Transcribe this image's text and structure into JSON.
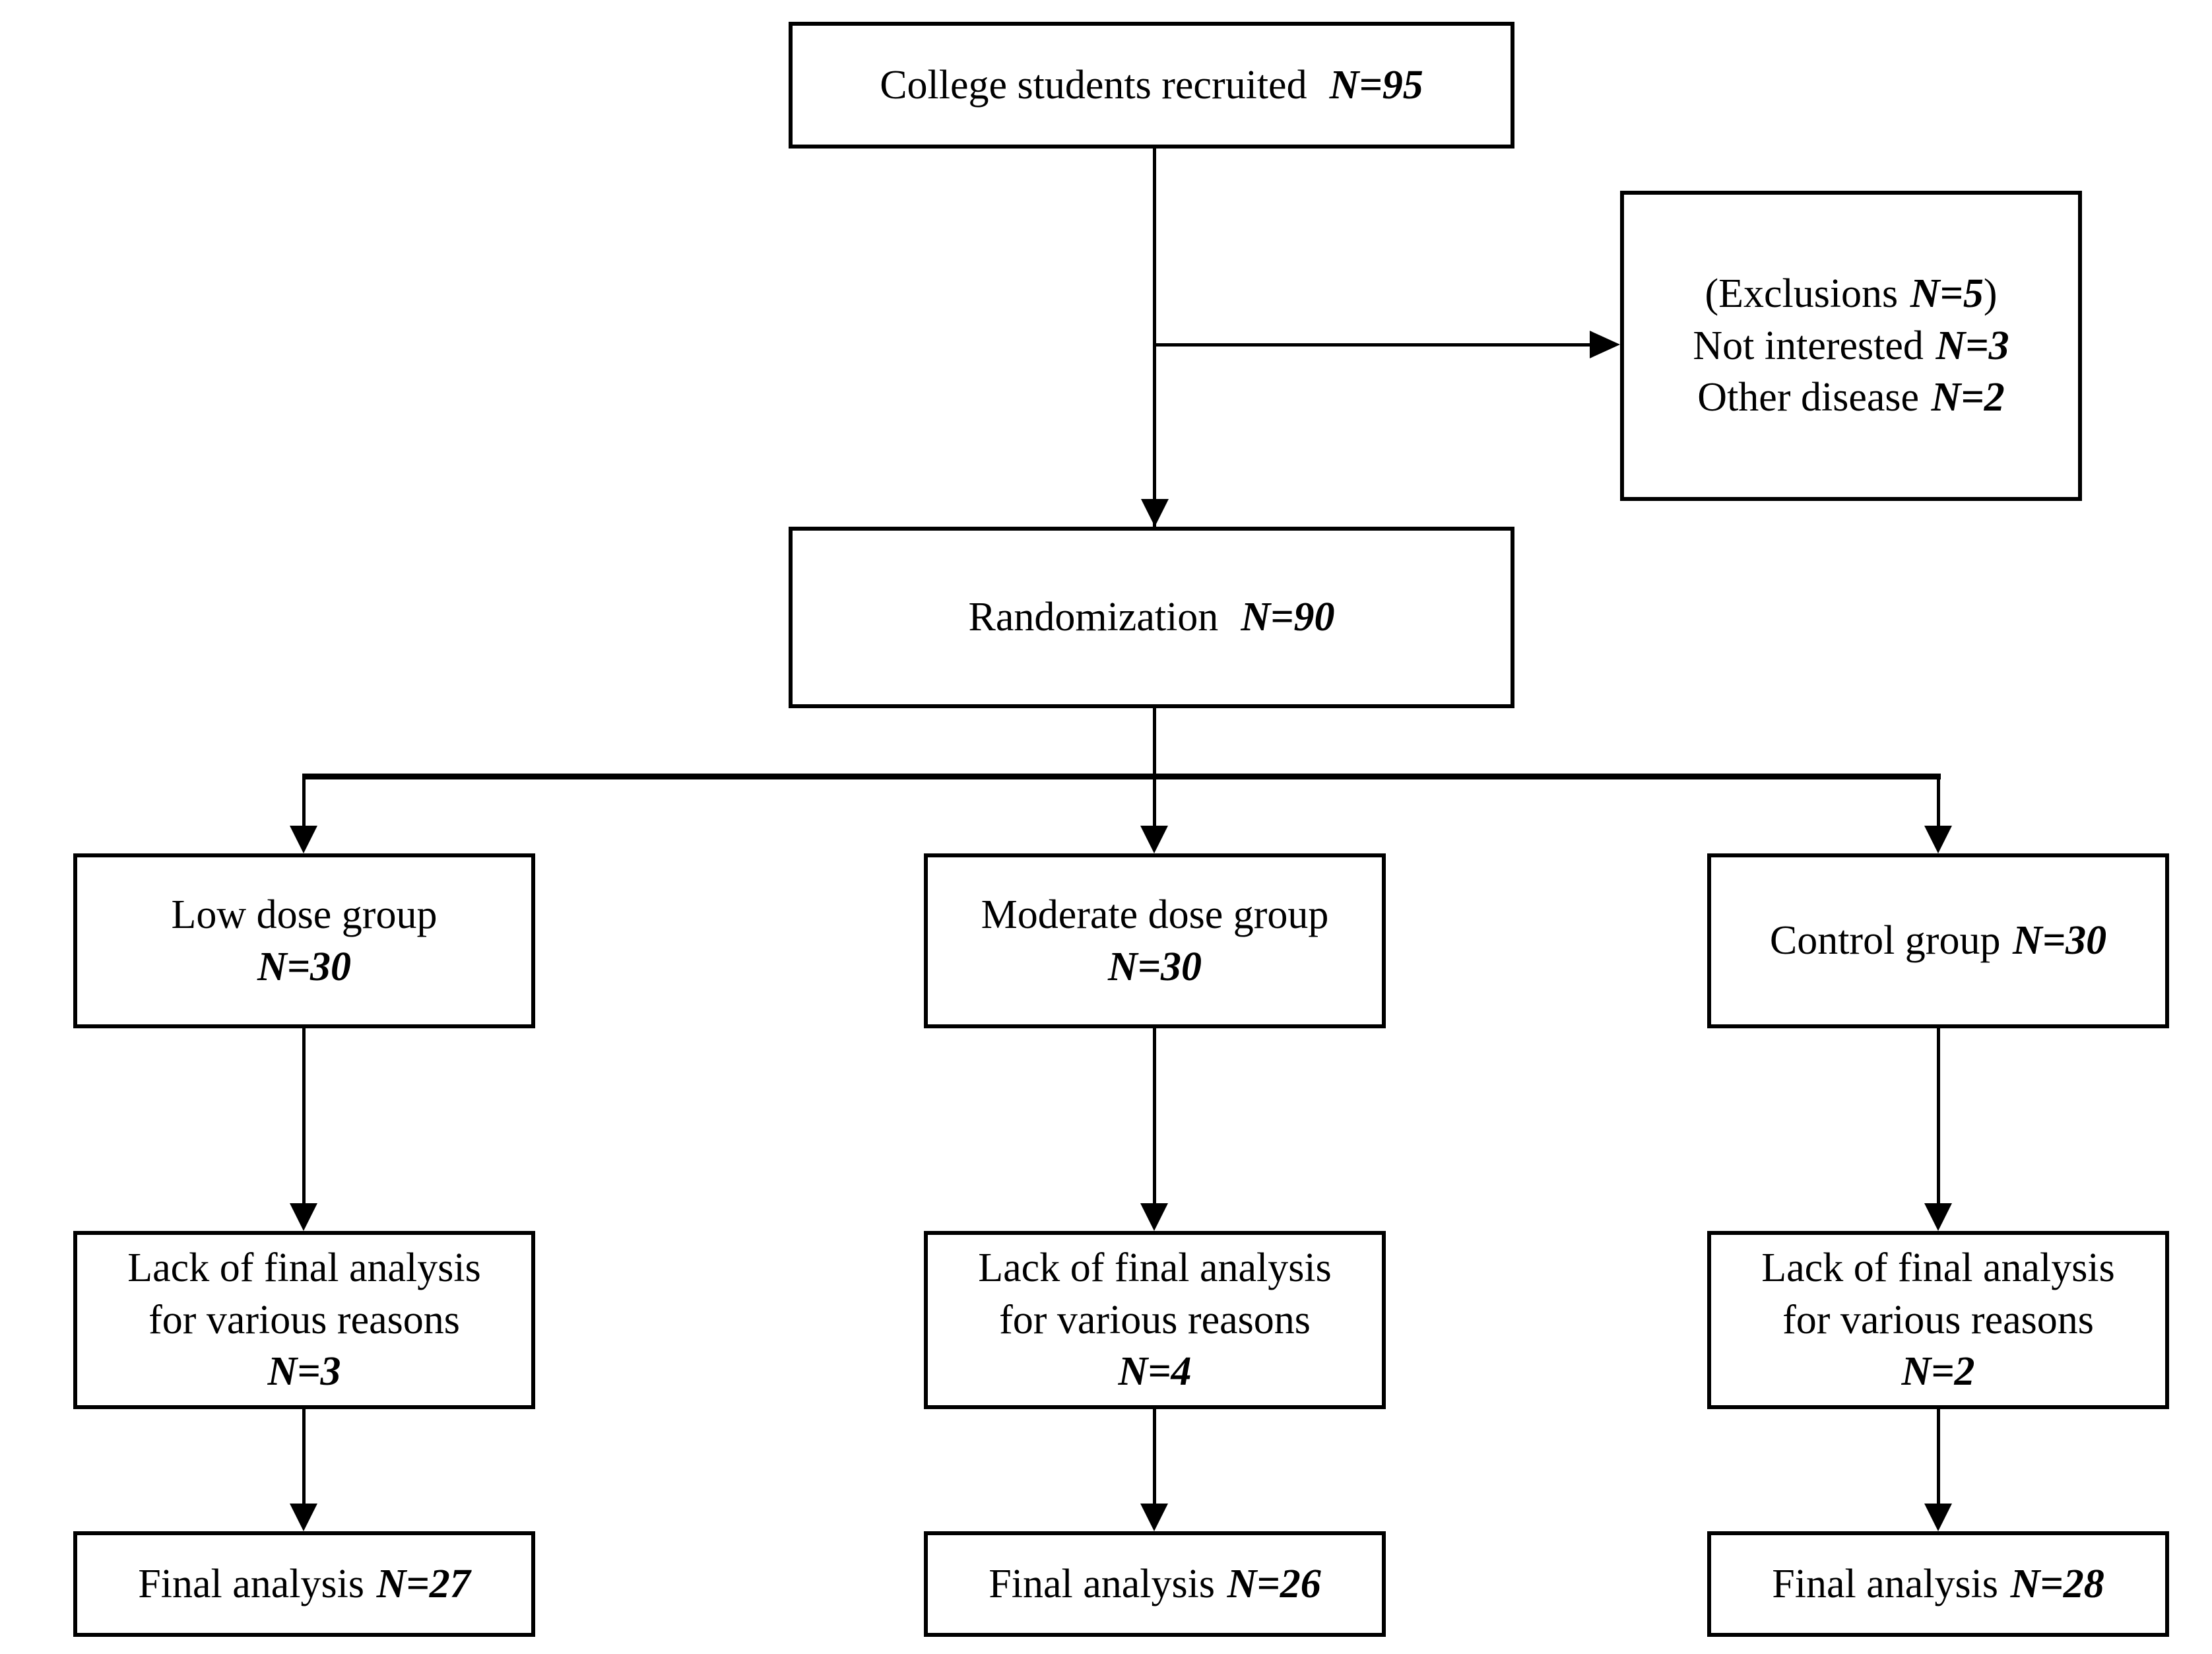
{
  "nodes": {
    "recruited": {
      "label": "College students recruited",
      "n": "N=95"
    },
    "exclusions": {
      "line1_pre": "(Exclusions",
      "line1_n": "N=5",
      "line1_post": ")",
      "line2_pre": "Not interested",
      "line2_n": "N=3",
      "line3_pre": "Other disease",
      "line3_n": "N=2"
    },
    "randomization": {
      "label": "Randomization",
      "n": "N=90"
    },
    "low": {
      "label": "Low dose group",
      "n": "N=30"
    },
    "moderate": {
      "label": "Moderate dose group",
      "n": "N=30"
    },
    "control": {
      "label": "Control group",
      "n": "N=30"
    },
    "low_lack": {
      "line1": "Lack of final analysis",
      "line2": "for various reasons",
      "n": "N=3"
    },
    "moderate_lack": {
      "line1": "Lack of final analysis",
      "line2": "for various reasons",
      "n": "N=4"
    },
    "control_lack": {
      "line1": "Lack of final analysis",
      "line2": "for various reasons",
      "n": "N=2"
    },
    "low_final": {
      "label": "Final analysis",
      "n": "N=27"
    },
    "moderate_final": {
      "label": "Final analysis",
      "n": "N=26"
    },
    "control_final": {
      "label": "Final analysis",
      "n": "N=28"
    }
  },
  "colors": {
    "line": "#000000",
    "background": "#ffffff",
    "text": "#000000"
  }
}
